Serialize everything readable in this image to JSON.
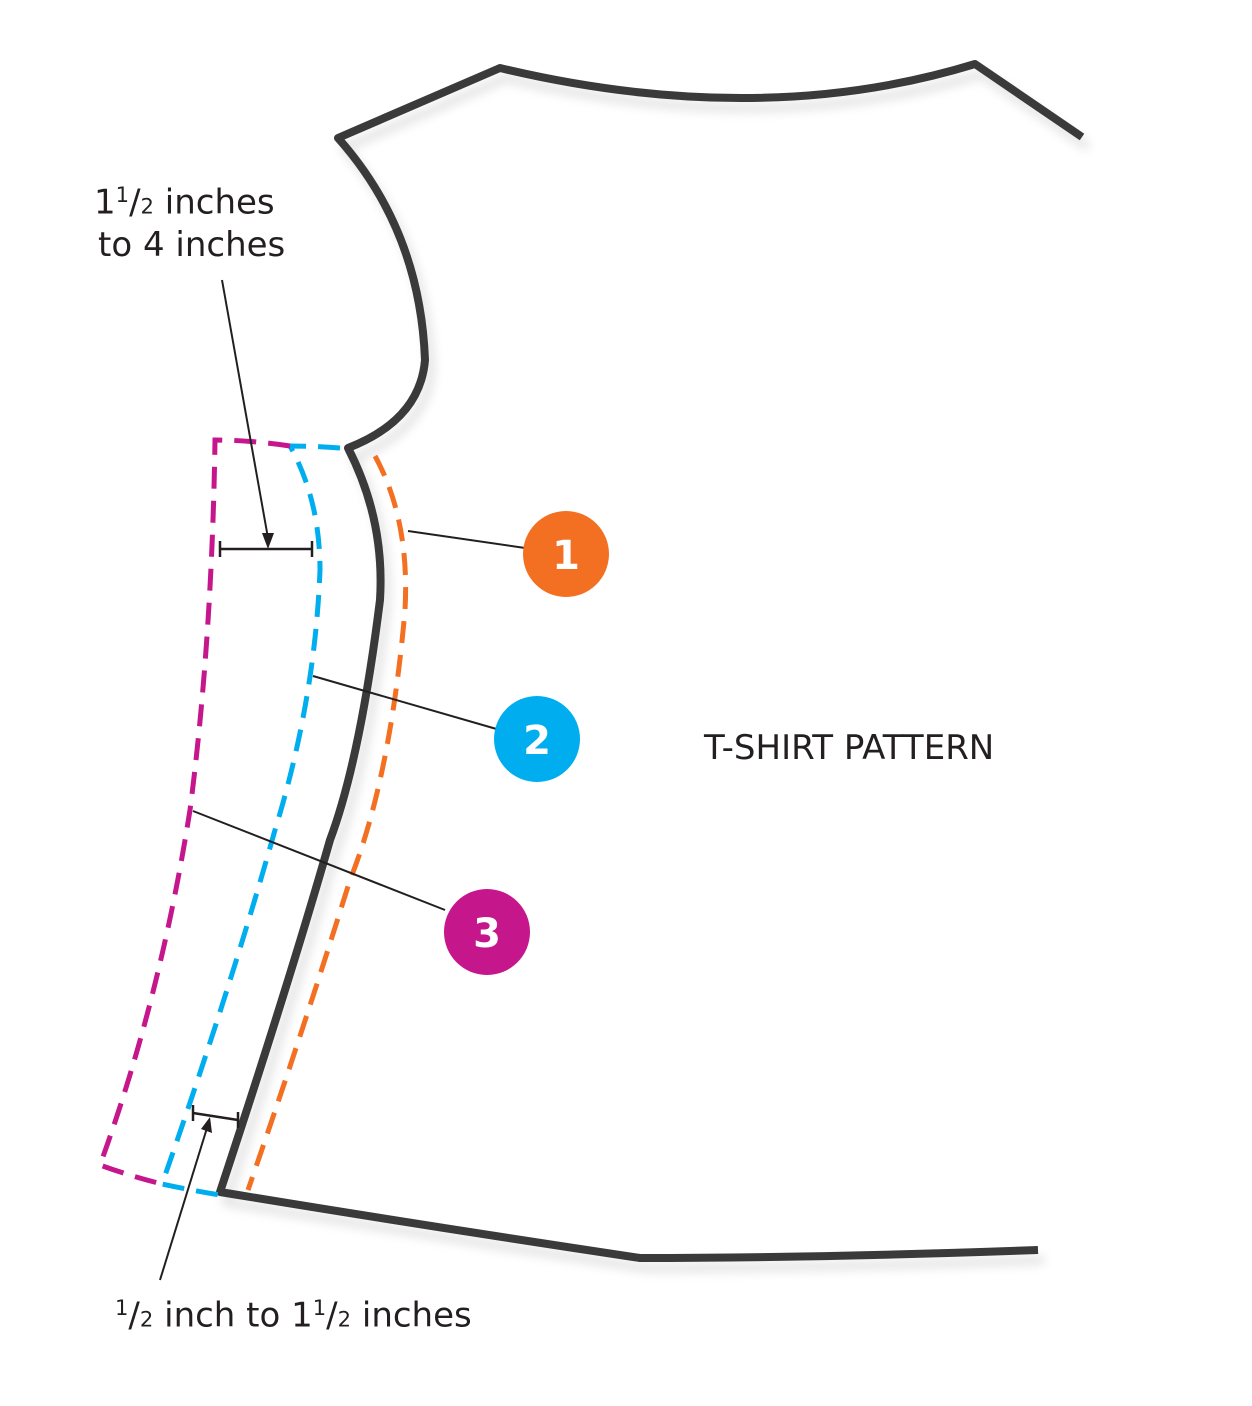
{
  "diagram": {
    "pattern_label": "T-SHIRT PATTERN",
    "top_dimension": {
      "line1": {
        "whole": "1",
        "num": "1",
        "den": "2",
        "rest": " inches"
      },
      "line2": "to 4 inches"
    },
    "bottom_dimension": {
      "a_num": "1",
      "a_den": "2",
      "middle": " inch to 1",
      "b_num": "1",
      "b_den": "2",
      "rest": " inches"
    },
    "badges": [
      {
        "number": "1",
        "color": "#f36f21"
      },
      {
        "number": "2",
        "color": "#00aeef"
      },
      {
        "number": "3",
        "color": "#c5168c"
      }
    ],
    "colors": {
      "outline": "#3a3a3a",
      "leader": "#231f20",
      "orange_line": "#f36f21",
      "blue_line": "#00aeef",
      "magenta_line": "#c5168c"
    }
  }
}
